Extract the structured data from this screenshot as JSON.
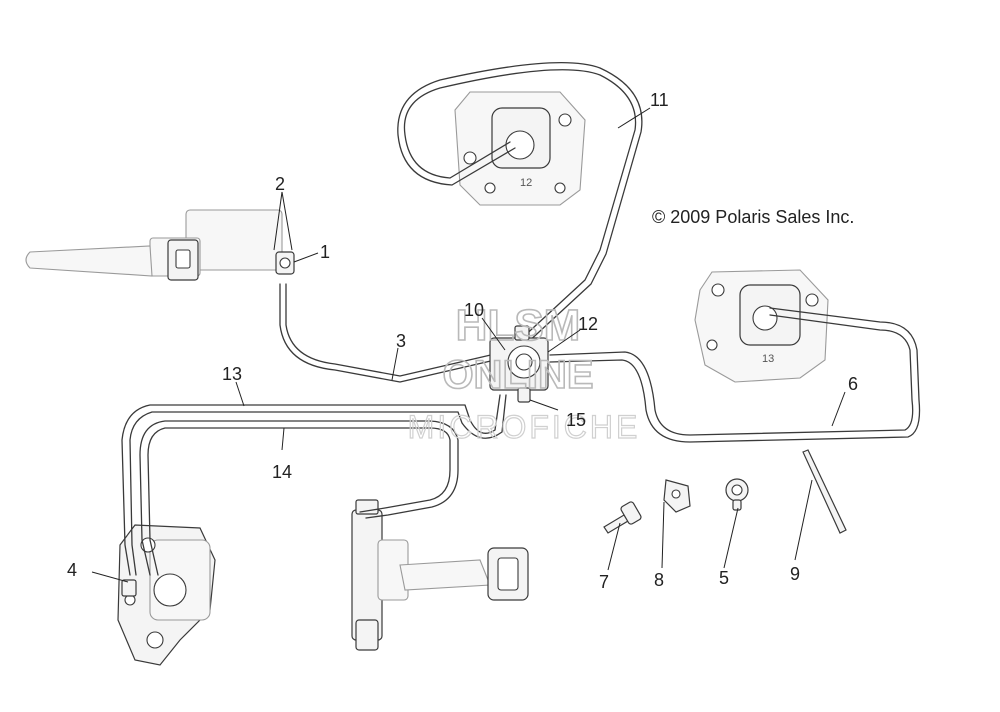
{
  "copyright": "© 2009 Polaris Sales Inc.",
  "watermark": {
    "line1": "HLSM",
    "line2": "ONLINE",
    "line3": "MICROFICHE"
  },
  "caliper_marks": {
    "upper": "12",
    "right": "13"
  },
  "callouts": [
    {
      "id": "1",
      "label": "1"
    },
    {
      "id": "2",
      "label": "2"
    },
    {
      "id": "3",
      "label": "3"
    },
    {
      "id": "4",
      "label": "4"
    },
    {
      "id": "5",
      "label": "5"
    },
    {
      "id": "6",
      "label": "6"
    },
    {
      "id": "7",
      "label": "7"
    },
    {
      "id": "8",
      "label": "8"
    },
    {
      "id": "9",
      "label": "9"
    },
    {
      "id": "10",
      "label": "10"
    },
    {
      "id": "11",
      "label": "11"
    },
    {
      "id": "12",
      "label": "12"
    },
    {
      "id": "13",
      "label": "13"
    },
    {
      "id": "14",
      "label": "14"
    },
    {
      "id": "15",
      "label": "15"
    }
  ]
}
